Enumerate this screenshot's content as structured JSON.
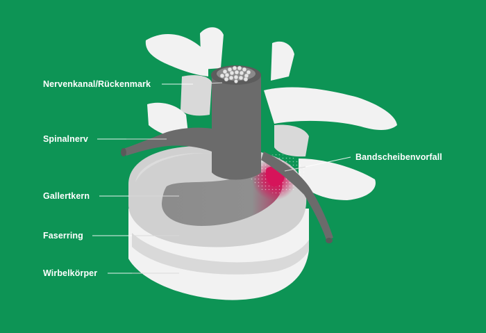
{
  "labels": {
    "spinal_canal": "Nervenkanal/Rückenmark",
    "spinal_nerve": "Spinalnerv",
    "nucleus": "Gallertkern",
    "annulus": "Faserring",
    "vertebral_body": "Wirbelkörper",
    "herniation": "Bandscheibenvorfall"
  },
  "colors": {
    "background": "#0d9455",
    "bone": "#f2f2f2",
    "bone_shadow": "#d9d9d9",
    "disc": "#d0d0d0",
    "nerve": "#6b6b6b",
    "nucleus": "#8c8c8c",
    "herniation": "#d6145a"
  }
}
